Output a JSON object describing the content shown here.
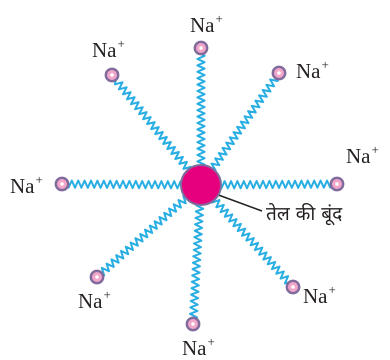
{
  "diagram": {
    "center_label": "तेल की बूंद",
    "ion_symbol": "Na",
    "ion_charge": "+",
    "ion_count": 8,
    "colors": {
      "chain": "#29aee3",
      "drop_fill": "#e6007e",
      "drop_stroke": "#7f6b9c",
      "head_fill": "#f2a6c9",
      "head_stroke": "#7f6b9c",
      "text": "#231f20",
      "pointer": "#231f20"
    }
  }
}
